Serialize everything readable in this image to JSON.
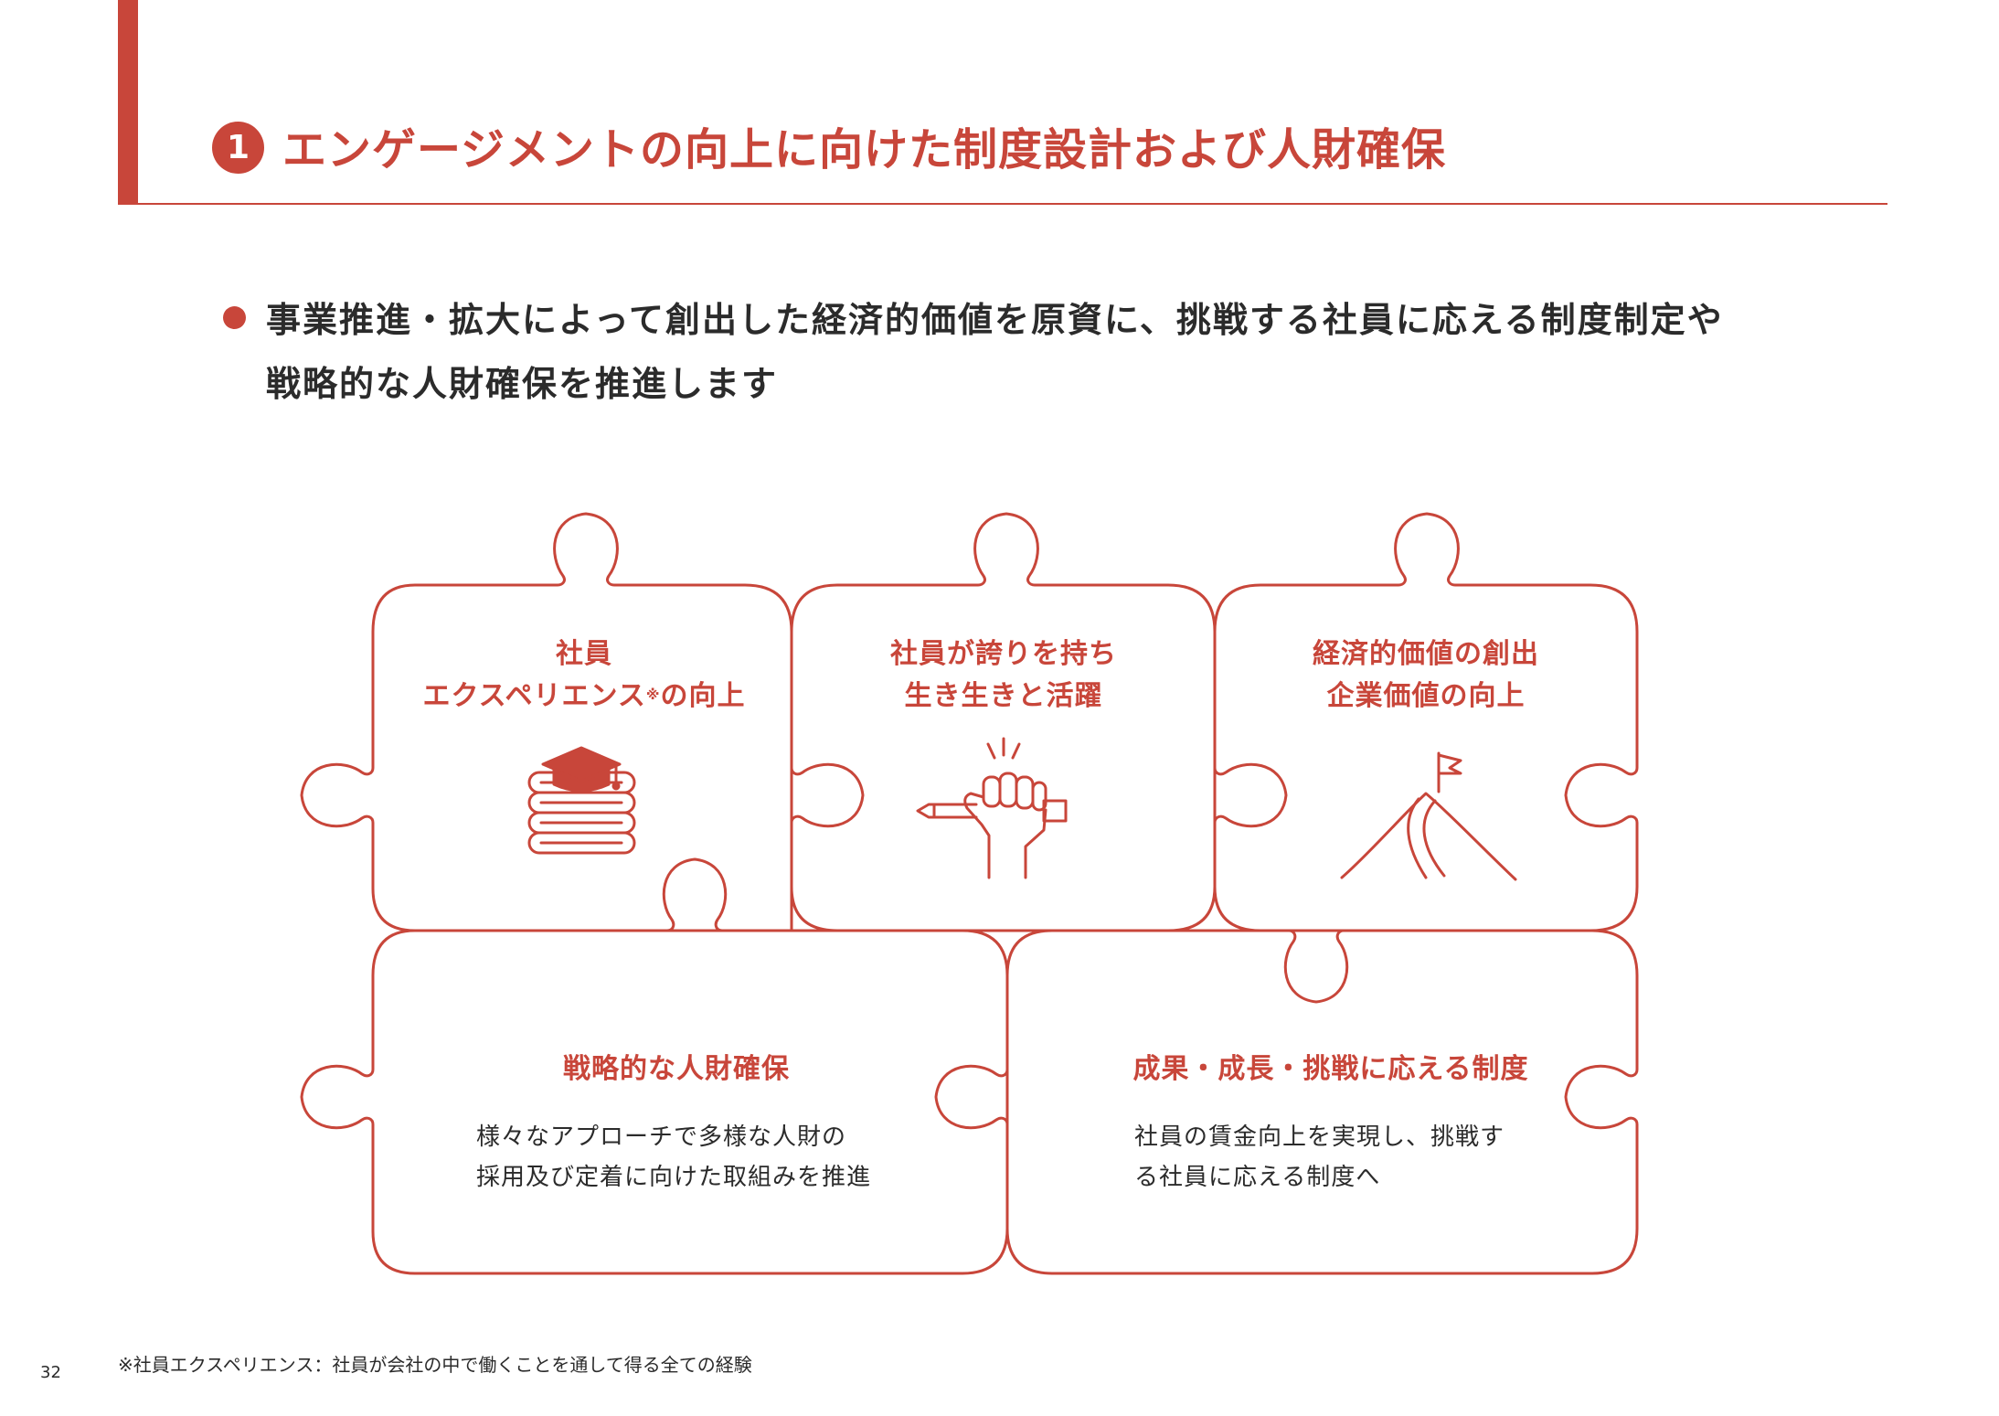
{
  "header": {
    "number": "1",
    "title": "エンゲージメントの向上に向けた制度設計および人財確保"
  },
  "lead": {
    "lines": [
      "事業推進・拡大によって創出した経済的価値を原資に、挑戦する社員に応える制度制定や",
      "戦略的な人財確保を推進します"
    ]
  },
  "pieces": {
    "experience": {
      "line1": "社員",
      "line2": "エクスペリエンス",
      "mark": "※",
      "line2_tail": "の向上",
      "icon": "graduation-books-icon"
    },
    "pride": {
      "line1": "社員が誇りを持ち",
      "line2": "生き生きと活躍",
      "icon": "fist-pencil-icon"
    },
    "value": {
      "line1": "経済的価値の創出",
      "line2": "企業価値の向上",
      "icon": "mountain-flag-icon"
    },
    "talent": {
      "title": "戦略的な人財確保",
      "desc1": "様々なアプローチで多様な人財の",
      "desc2": "採用及び定着に向けた取組みを推進"
    },
    "system": {
      "title": "成果・成長・挑戦に応える制度",
      "desc1": "社員の賃金向上を実現し、挑戦す",
      "desc2": "る社員に応える制度へ"
    }
  },
  "footnote": "※社員エクスペリエンス：社員が会社の中で働くことを通して得る全ての経験",
  "page_number": "32",
  "colors": {
    "accent": "#c8463a",
    "text": "#2b2b2b",
    "background": "#ffffff"
  }
}
